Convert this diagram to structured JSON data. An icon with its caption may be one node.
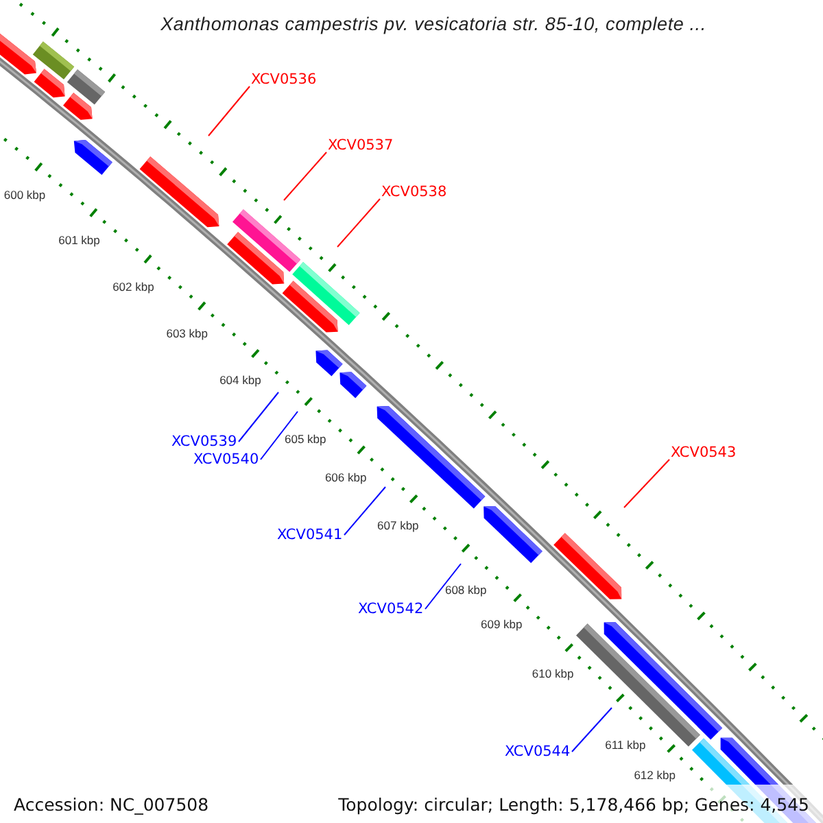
{
  "diagram": {
    "title": "Xanthomonas campestris pv. vesicatoria str. 85-10, complete ...",
    "nodes": [
      {
        "text": [
          "XCV0536"
        ]
      },
      {
        "text": [
          "XCV0537"
        ]
      },
      {
        "text": [
          "XCV0538"
        ]
      },
      {
        "text": [
          "XCV0539"
        ]
      },
      {
        "text": [
          "XCV0540"
        ]
      },
      {
        "text": [
          "XCV0541"
        ]
      },
      {
        "text": [
          "XCV0542"
        ]
      },
      {
        "text": [
          "XCV0543"
        ]
      },
      {
        "text": [
          "XCV0544"
        ]
      }
    ],
    "edges": [
      {
        "from": 0,
        "to": null,
        "arrow": "none",
        "color": "#ff0000"
      },
      {
        "from": 1,
        "to": null,
        "arrow": "none",
        "color": "#ff0000"
      },
      {
        "from": 2,
        "to": null,
        "arrow": "none",
        "color": "#ff0000"
      },
      {
        "from": 3,
        "to": null,
        "arrow": "none"
      },
      {
        "from": 4,
        "to": null,
        "arrow": "none"
      },
      {
        "from": 5,
        "to": null,
        "arrow": "none"
      },
      {
        "from": 6,
        "to": null,
        "arrow": "none"
      },
      {
        "from": 7,
        "to": null,
        "arrow": "none",
        "color": "#ff0000"
      },
      {
        "from": 8,
        "to": null,
        "arrow": "none"
      }
    ],
    "labels": [
      "600 kbp",
      "601 kbp",
      "602 kbp",
      "603 kbp",
      "604 kbp",
      "605 kbp",
      "606 kbp",
      "607 kbp",
      "608 kbp",
      "609 kbp",
      "610 kbp",
      "611 kbp",
      "612 kbp",
      "Accession: NC_007508",
      "Topology: circular; Length: 5,178,466 bp; Genes: 4,545"
    ]
  }
}
